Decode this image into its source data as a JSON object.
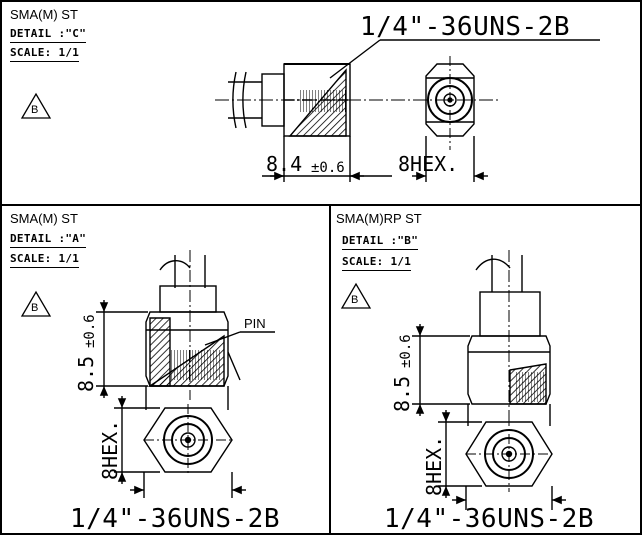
{
  "top": {
    "title": "SMA(M) ST",
    "detail": "DETAIL :\"C\"",
    "scale": "SCALE: 1/1",
    "revision": "B",
    "thread_spec": "1/4\"-36UNS-2B",
    "dim_length": "8.4",
    "dim_tol": "±0.6",
    "dim_hex": "8HEX."
  },
  "left": {
    "title": "SMA(M) ST",
    "detail": "DETAIL :\"A\"",
    "scale": "SCALE: 1/1",
    "revision": "B",
    "dim_length": "8.5",
    "dim_tol": "±0.6",
    "pin": "PIN",
    "dim_hex": "8HEX.",
    "thread_spec": "1/4\"-36UNS-2B"
  },
  "right": {
    "title": "SMA(M)RP ST",
    "detail": "DETAIL :\"B\"",
    "scale": "SCALE: 1/1",
    "revision": "B",
    "dim_length": "8.5",
    "dim_tol": "±0.6",
    "dim_hex": "8HEX.",
    "thread_spec": "1/4\"-36UNS-2B"
  }
}
